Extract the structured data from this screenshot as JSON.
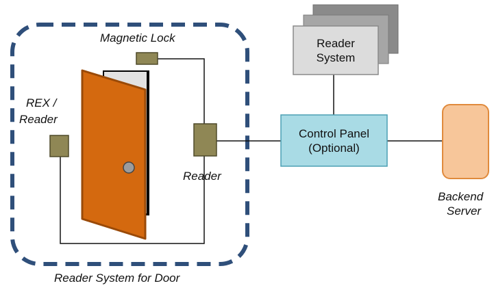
{
  "labels": {
    "magnetic_lock": "Magnetic Lock",
    "rex_line1": "REX /",
    "rex_line2": "Reader",
    "reader": "Reader",
    "reader_system_line1": "Reader",
    "reader_system_line2": "System",
    "control_panel_line1": "Control Panel",
    "control_panel_line2": "(Optional)",
    "backend_line1": "Backend",
    "backend_line2": "Server",
    "caption": "Reader System for Door"
  },
  "colors": {
    "dashed_border": "#2f4f7a",
    "door": "#d4690f",
    "door_edge": "#9a4a08",
    "frame_fill": "#e2e2e2",
    "device_fill": "#8f8755",
    "device_stroke": "#4f4a2a",
    "reader_system_front": "#dcdcdc",
    "reader_system_back": "#8a8a8a",
    "control_panel_fill": "#a9dbe5",
    "control_panel_stroke": "#4b9fb3",
    "backend_fill": "#f7c69a",
    "backend_stroke": "#e08a3c",
    "wire": "#111111"
  },
  "icons": {
    "door": "door-icon",
    "magnetic_lock": "magnetic-lock-icon",
    "rex_reader": "rex-reader-icon",
    "reader": "reader-icon",
    "knob": "door-knob-icon"
  }
}
